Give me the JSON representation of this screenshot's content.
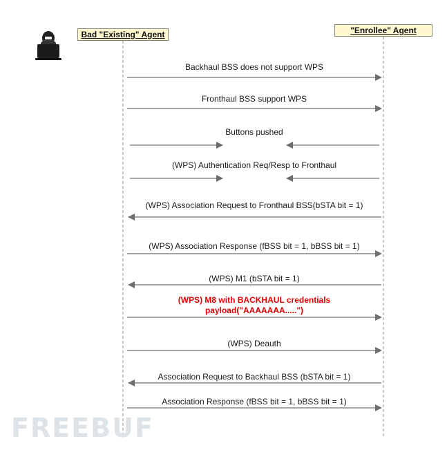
{
  "actors": {
    "left": "Bad \"Existing\" Agent",
    "right": "\"Enrollee\" Agent"
  },
  "icons": {
    "attacker": "hacker-laptop-icon"
  },
  "colors": {
    "arrow": "#6e6e6e",
    "lifeline": "#8c8c8c",
    "alert": "#e00000",
    "actor_fill": "#fff7cf"
  },
  "messages": [
    {
      "label": "Backhaul BSS does not support WPS",
      "direction": "right",
      "style": "full",
      "alert": false
    },
    {
      "label": "Fronthaul BSS support WPS",
      "direction": "right",
      "style": "full",
      "alert": false
    },
    {
      "label": "Buttons pushed",
      "direction": "both-to-middle",
      "style": "split",
      "alert": false
    },
    {
      "label": "(WPS) Authentication Req/Resp to Fronthaul",
      "direction": "both-to-middle",
      "style": "split",
      "alert": false
    },
    {
      "label": "(WPS) Association Request to Fronthaul BSS(bSTA bit = 1)",
      "direction": "left",
      "style": "full",
      "alert": false
    },
    {
      "label": "(WPS) Association Response (fBSS bit = 1, bBSS bit = 1)",
      "direction": "right",
      "style": "full",
      "alert": false
    },
    {
      "label": "(WPS) M1 (bSTA bit = 1)",
      "direction": "left",
      "style": "full",
      "alert": false
    },
    {
      "label": "(WPS) M8 with BACKHAUL credentials\npayload(\"AAAAAAA.....\")",
      "direction": "right",
      "style": "full",
      "alert": true
    },
    {
      "label": "(WPS) Deauth",
      "direction": "right",
      "style": "full",
      "alert": false
    },
    {
      "label": "Association Request to Backhaul BSS (bSTA bit = 1)",
      "direction": "left",
      "style": "full",
      "alert": false
    },
    {
      "label": "Association Response (fBSS bit = 1, bBSS bit = 1)",
      "direction": "right",
      "style": "full",
      "alert": false
    }
  ],
  "watermark": "FREEBUF"
}
